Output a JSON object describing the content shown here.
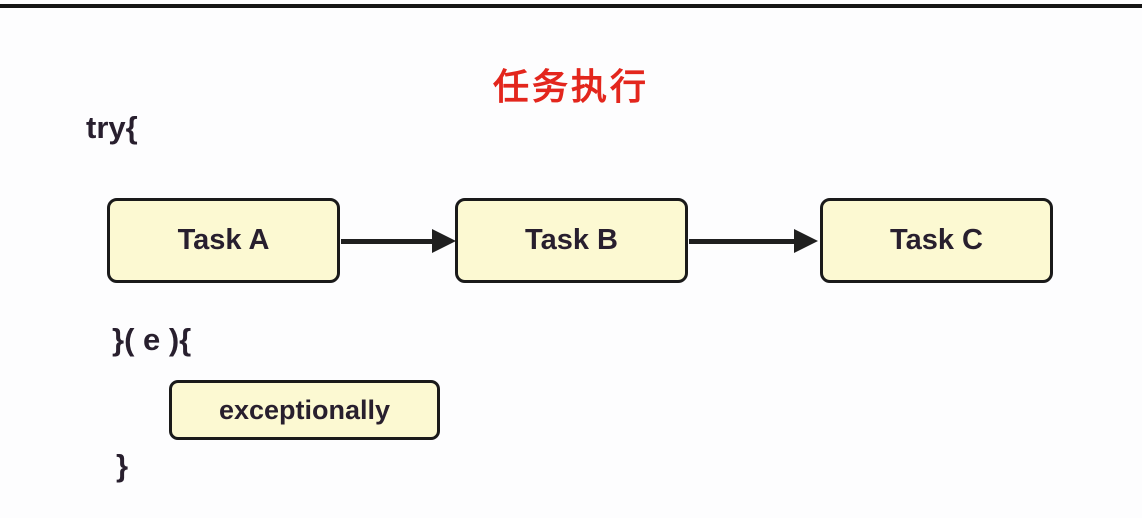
{
  "theme": {
    "accent": "#e3261d",
    "line": "#151515",
    "boxfill": "#fcf9d2",
    "boxborder": "#1a1a1a",
    "arrow": "#1f1f1f"
  },
  "title": {
    "text": "任务执行"
  },
  "code": {
    "try_open": "try{",
    "catch_open": "}( e ){",
    "close_brace": "}"
  },
  "flow": {
    "tasks": [
      {
        "label": "Task A"
      },
      {
        "label": "Task B"
      },
      {
        "label": "Task C"
      }
    ]
  },
  "exception": {
    "label": "exceptionally"
  }
}
